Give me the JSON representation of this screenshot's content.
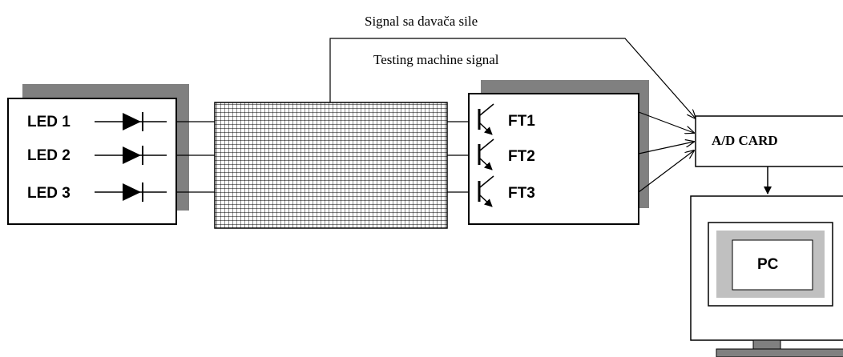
{
  "top_labels": {
    "signal_force": "Signal sa davača sile",
    "signal_machine": "Testing machine signal"
  },
  "led_box": {
    "labels": [
      "LED 1",
      "LED 2",
      "LED 3"
    ]
  },
  "phototransistor_box": {
    "labels": [
      "FT1",
      "FT2",
      "FT3"
    ]
  },
  "ad_card": {
    "label": "A/D CARD"
  },
  "pc": {
    "label": "PC"
  },
  "colors": {
    "line": "#000000",
    "shadow": "#808080",
    "screen": "#c0c0c0",
    "background": "#ffffff"
  }
}
